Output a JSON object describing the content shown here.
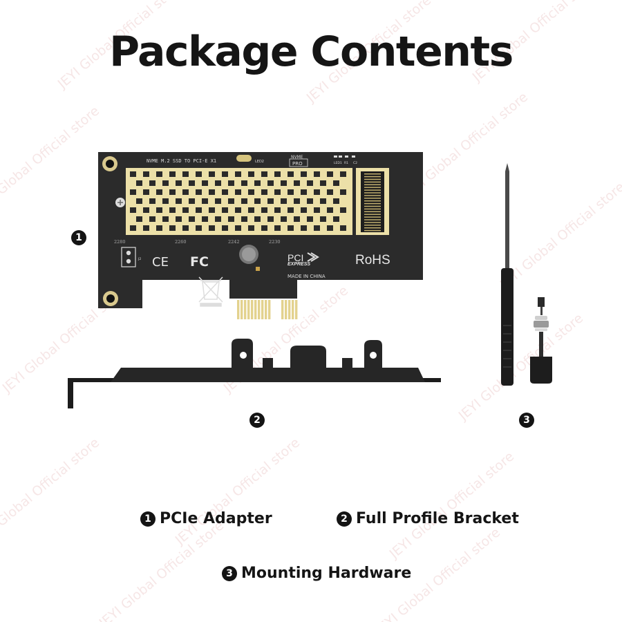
{
  "title": "Package Contents",
  "watermark_text": "JEYI Global Official store",
  "board": {
    "silk_top": "NVME M.2 SSD TO PCI-E X1",
    "led_label": "LED2",
    "nvme_line1": "NVME",
    "nvme_line2": "PRO",
    "led_small": "LED1",
    "r1": "R1",
    "c2": "C2",
    "size_2280": "2280",
    "size_2260": "2260",
    "size_2242": "2242",
    "size_2230": "2230",
    "j2": "J2",
    "ce": "CE",
    "fc": "FC",
    "pci": "PCI",
    "express": "EXPRESS",
    "rohs": "RoHS",
    "made_in": "MADE IN CHINA",
    "accent_gold": "#e8d9a0",
    "board_color": "#2b2b2b"
  },
  "markers": [
    {
      "id": "1",
      "symbol": "1"
    },
    {
      "id": "2",
      "symbol": "2"
    },
    {
      "id": "3",
      "symbol": "3"
    }
  ],
  "captions": {
    "item1": {
      "num": "1",
      "label": "PCIe Adapter"
    },
    "item2": {
      "num": "2",
      "label": "Full Profile Bracket"
    },
    "item3": {
      "num": "3",
      "label": "Mounting Hardware"
    }
  }
}
